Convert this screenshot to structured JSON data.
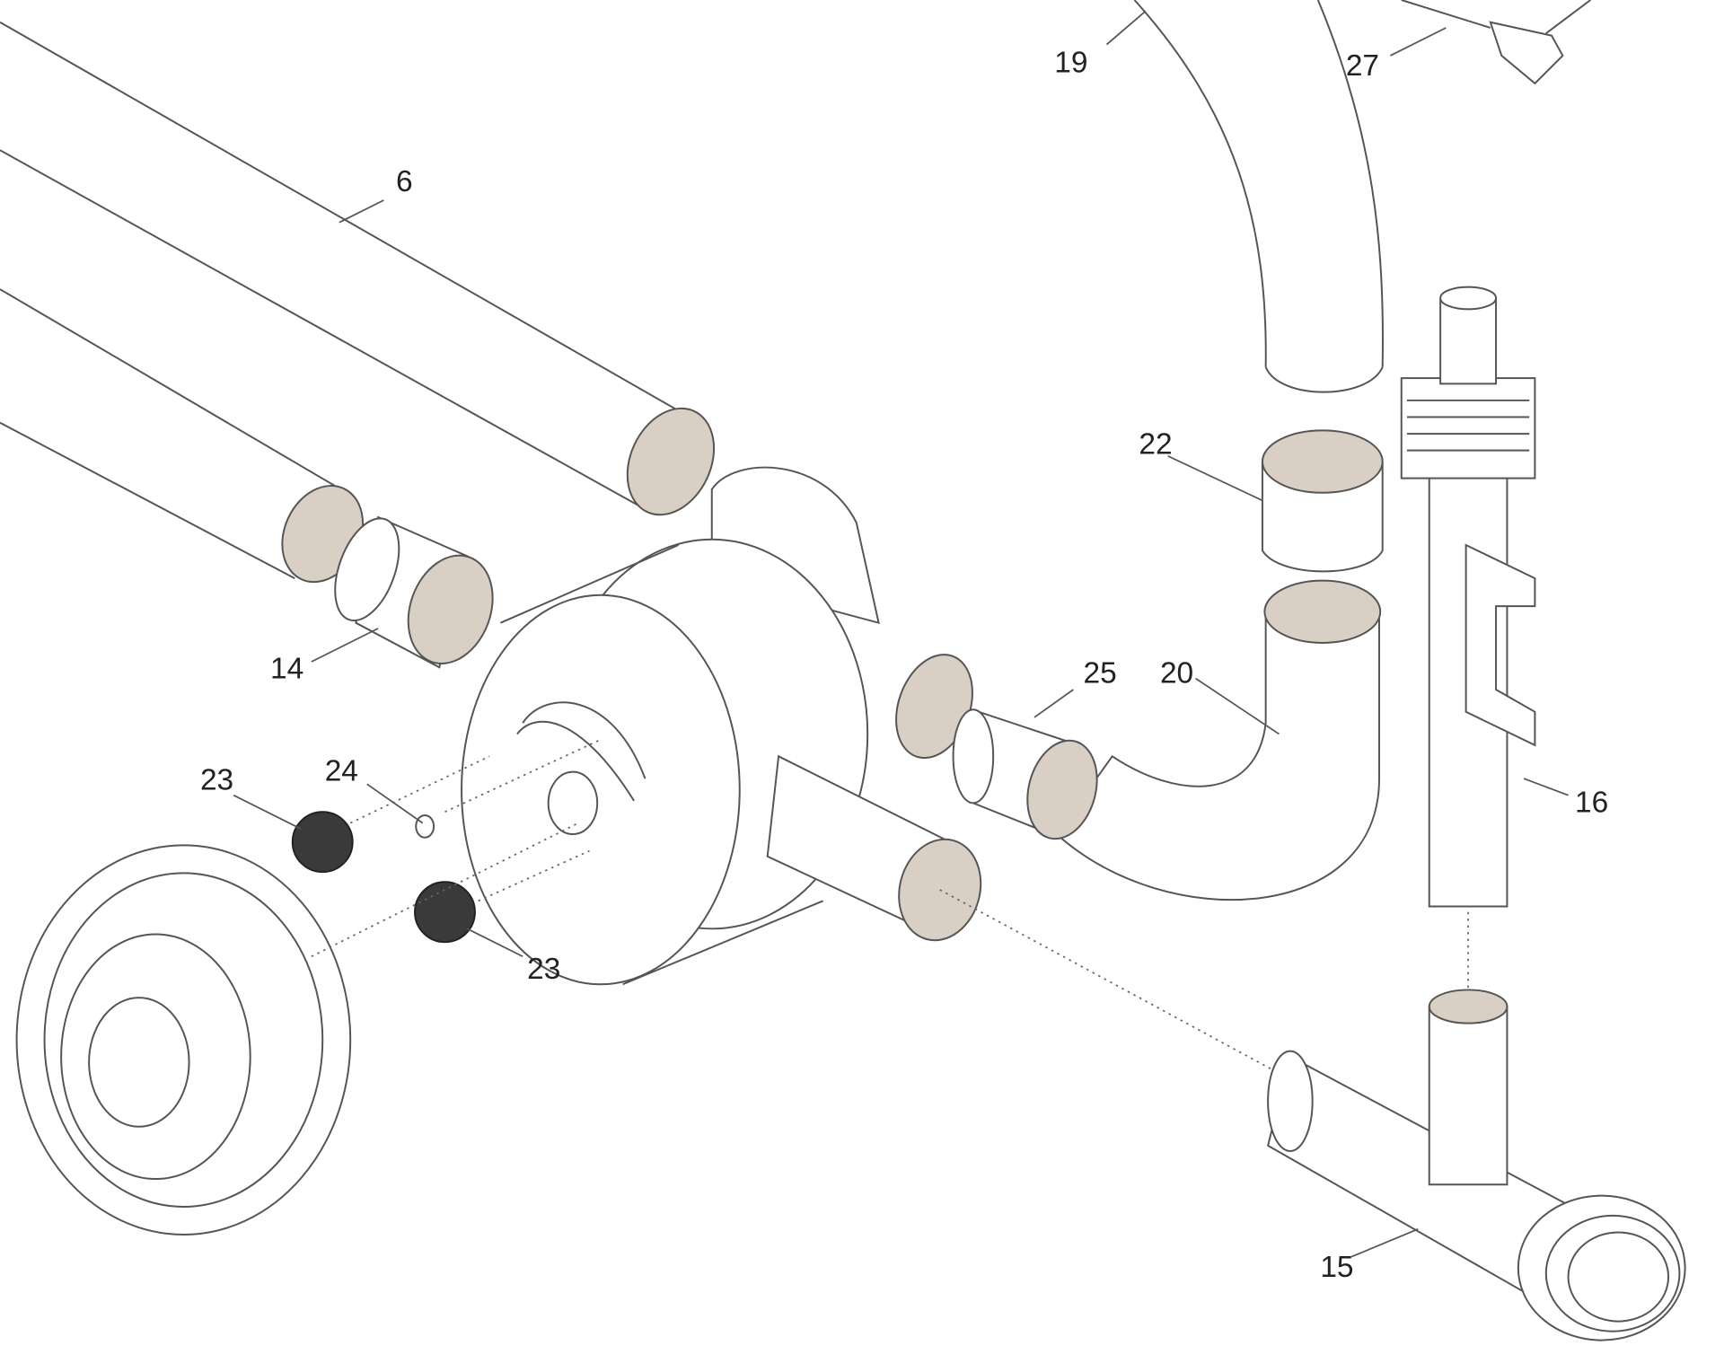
{
  "diagram": {
    "type": "exploded parts diagram",
    "labels": [
      "19",
      "27",
      "6",
      "22",
      "14",
      "25",
      "20",
      "16",
      "23",
      "24",
      "23",
      "15"
    ],
    "colors": {
      "cap_fill": "#d9cfc4",
      "dark_cap": "#3a3a3a",
      "line": "#555555"
    }
  }
}
